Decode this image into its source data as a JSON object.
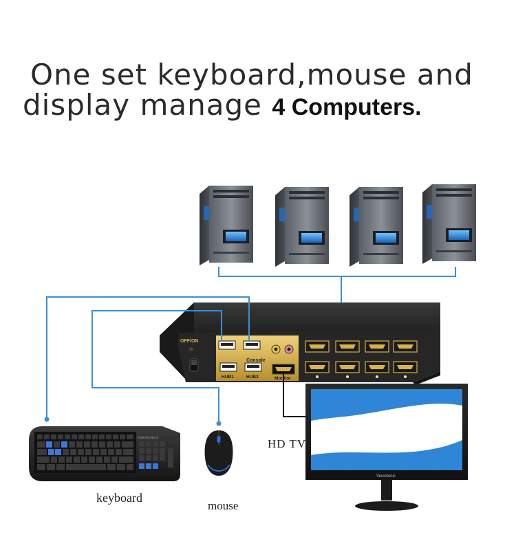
{
  "headline": {
    "line1": "One set keyboard,mouse and",
    "line2_prefix": "display manage ",
    "line2_emphasis": "4 Computers."
  },
  "switch_labels": {
    "power": "OFF/ON",
    "console": "Console",
    "hub1": "HUB1",
    "hub2": "HUB2",
    "monitor": "Monitor"
  },
  "monitor_brand": "ViewSonic",
  "keyboard_brand": "PORTRONICS",
  "captions": {
    "hdtv": "HD  TV",
    "keyboard": "keyboard",
    "mouse": "mouse"
  },
  "computers": [
    {
      "id": "pc-1"
    },
    {
      "id": "pc-2"
    },
    {
      "id": "pc-3"
    },
    {
      "id": "pc-4"
    }
  ],
  "colors": {
    "cable_blue": "#3a8fd8",
    "cable_black": "#111111",
    "port_gold": "#d9b24a",
    "switch_body": "#2a2a2a",
    "screen_blue": "#2f86d6"
  }
}
